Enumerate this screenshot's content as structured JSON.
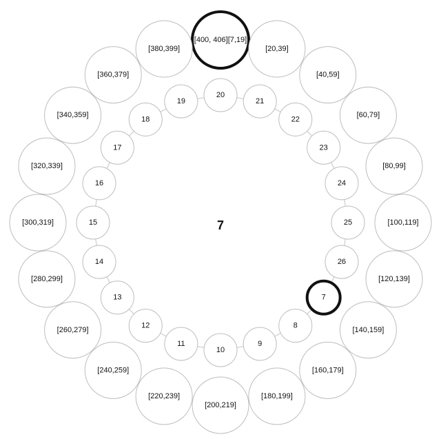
{
  "center_value": "7",
  "outer_ring": [
    {
      "label": "[400, 406][7,19]",
      "highlighted": true
    },
    {
      "label": "[20,39]",
      "highlighted": false
    },
    {
      "label": "[40,59]",
      "highlighted": false
    },
    {
      "label": "[60,79]",
      "highlighted": false
    },
    {
      "label": "[80,99]",
      "highlighted": false
    },
    {
      "label": "[100,119]",
      "highlighted": false
    },
    {
      "label": "[120,139]",
      "highlighted": false
    },
    {
      "label": "[140,159]",
      "highlighted": false
    },
    {
      "label": "[160,179]",
      "highlighted": false
    },
    {
      "label": "[180,199]",
      "highlighted": false
    },
    {
      "label": "[200,219]",
      "highlighted": false
    },
    {
      "label": "[220,239]",
      "highlighted": false
    },
    {
      "label": "[240,259]",
      "highlighted": false
    },
    {
      "label": "[260,279]",
      "highlighted": false
    },
    {
      "label": "[280,299]",
      "highlighted": false
    },
    {
      "label": "[300,319]",
      "highlighted": false
    },
    {
      "label": "[320,339]",
      "highlighted": false
    },
    {
      "label": "[340,359]",
      "highlighted": false
    },
    {
      "label": "[360,379]",
      "highlighted": false
    },
    {
      "label": "[380,399]",
      "highlighted": false
    }
  ],
  "inner_ring": [
    {
      "label": "20",
      "highlighted": false
    },
    {
      "label": "21",
      "highlighted": false
    },
    {
      "label": "22",
      "highlighted": false
    },
    {
      "label": "23",
      "highlighted": false
    },
    {
      "label": "24",
      "highlighted": false
    },
    {
      "label": "25",
      "highlighted": false
    },
    {
      "label": "26",
      "highlighted": false
    },
    {
      "label": "7",
      "highlighted": true
    },
    {
      "label": "8",
      "highlighted": false
    },
    {
      "label": "9",
      "highlighted": false
    },
    {
      "label": "10",
      "highlighted": false
    },
    {
      "label": "11",
      "highlighted": false
    },
    {
      "label": "12",
      "highlighted": false
    },
    {
      "label": "13",
      "highlighted": false
    },
    {
      "label": "14",
      "highlighted": false
    },
    {
      "label": "15",
      "highlighted": false
    },
    {
      "label": "16",
      "highlighted": false
    },
    {
      "label": "17",
      "highlighted": false
    },
    {
      "label": "18",
      "highlighted": false
    },
    {
      "label": "19",
      "highlighted": false
    }
  ],
  "colors": {
    "node_stroke": "#bdbdbd",
    "highlight_stroke": "#111111",
    "link": "#d6d6d6"
  }
}
